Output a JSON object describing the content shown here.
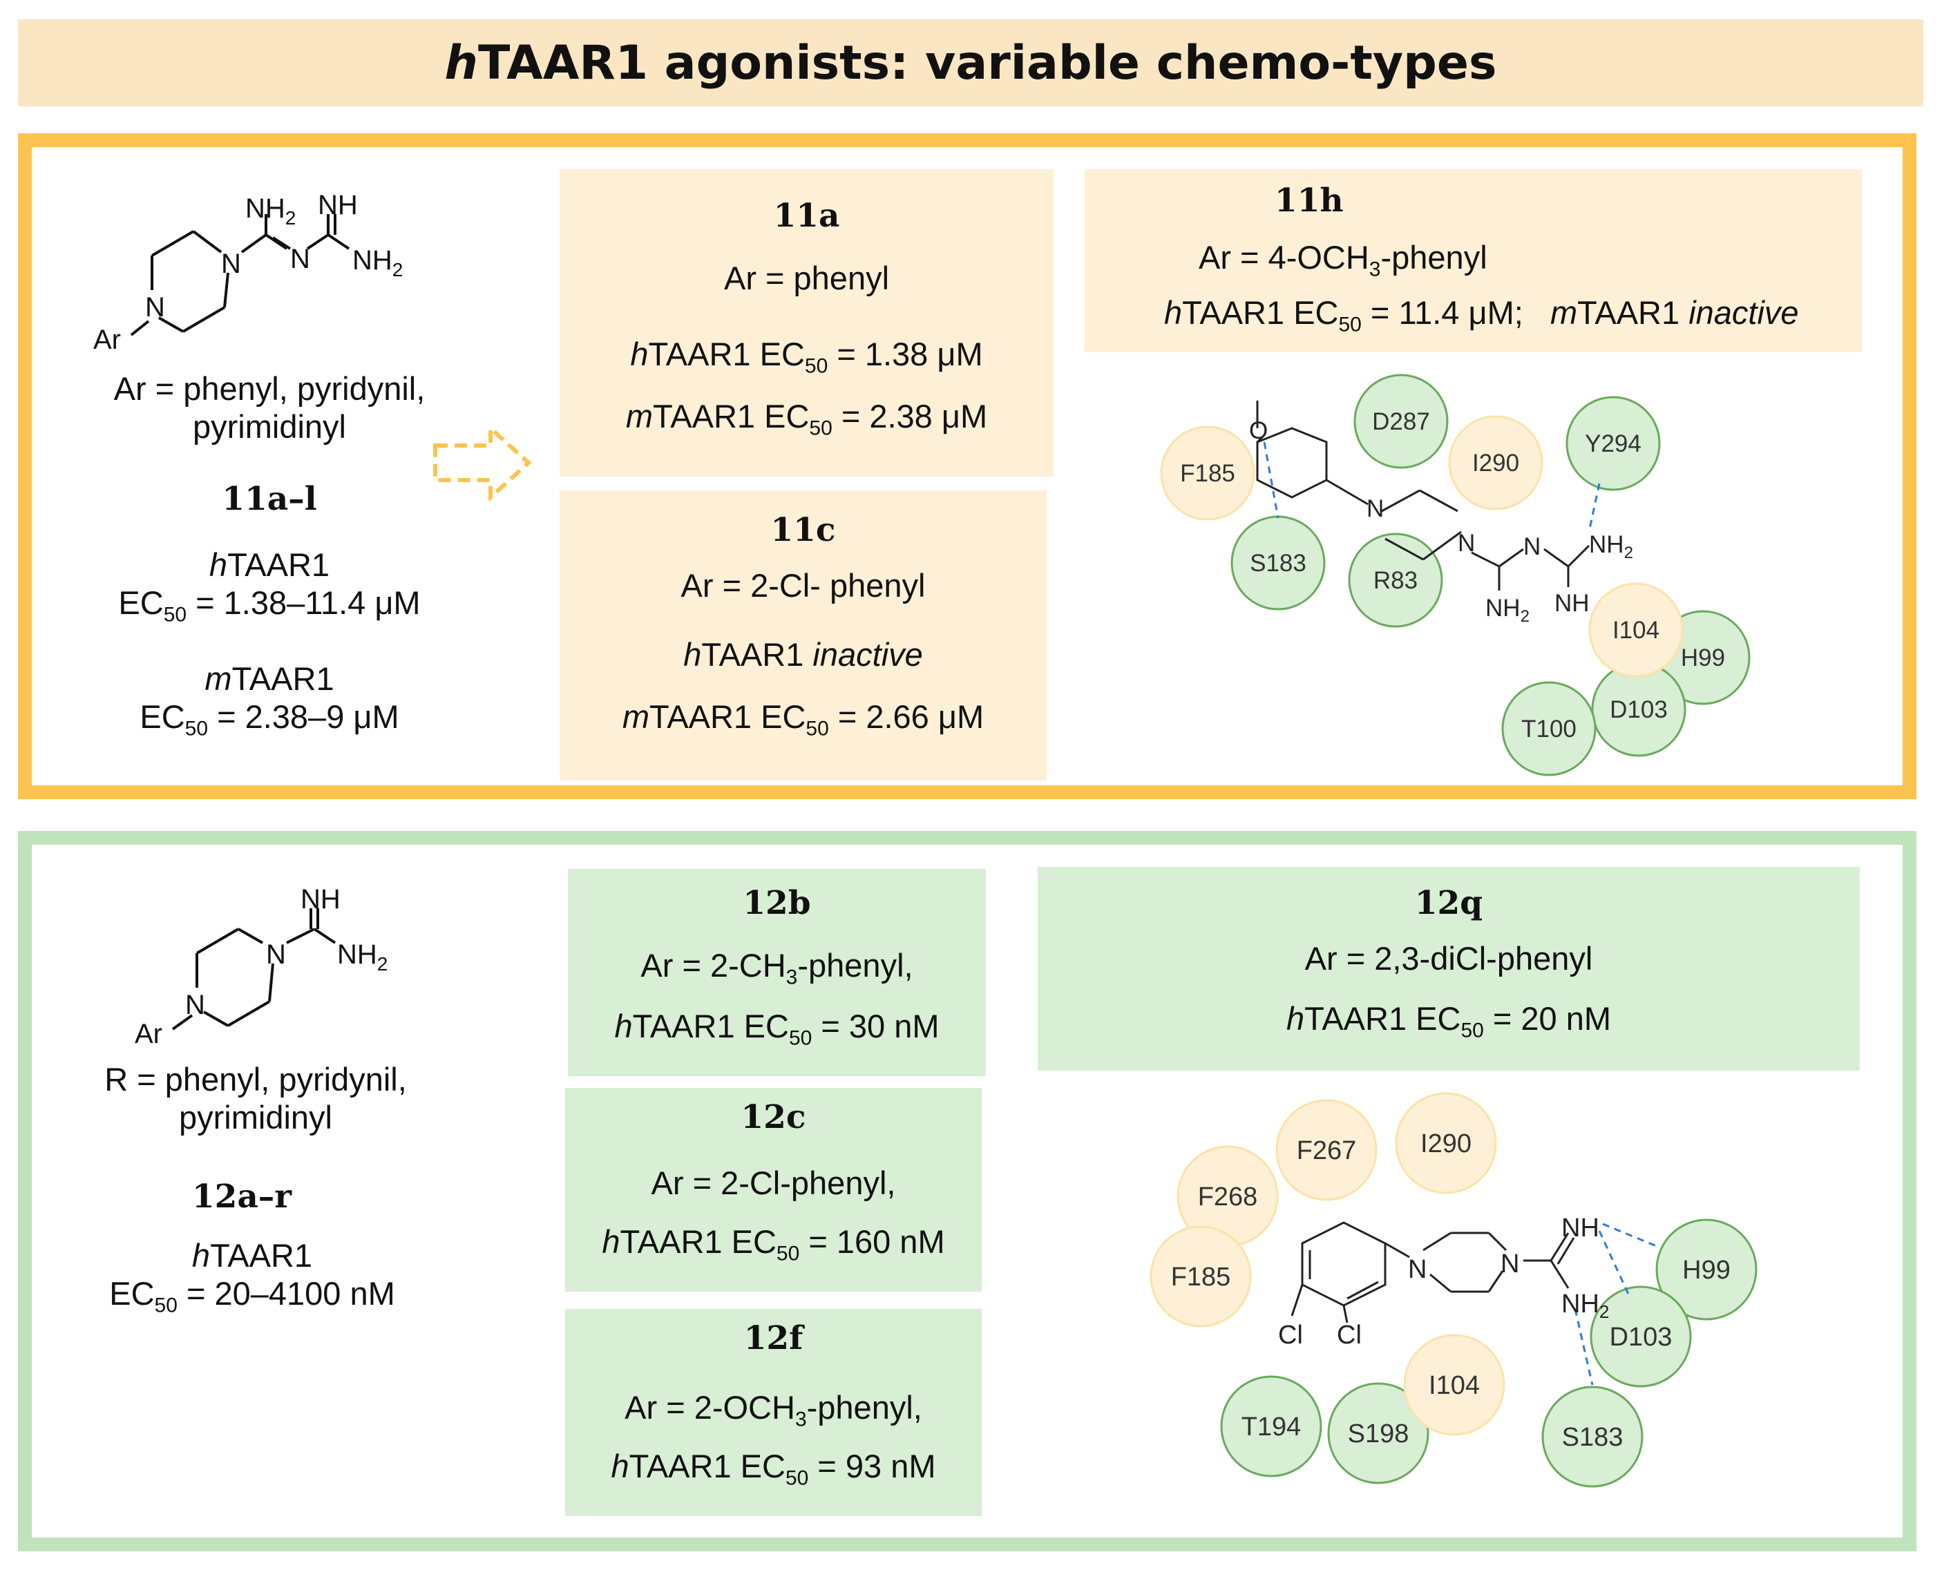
{
  "title": {
    "prefix": "h",
    "rest": "TAAR1 agonists: variable chemo-types"
  },
  "colors": {
    "orange": "#fcc34f",
    "orange_fill": "#fdf0d6",
    "green": "#bfe3bb",
    "green_fill": "#d8eed5",
    "title_fill": "#fbe6c3"
  },
  "series_11": {
    "substituent_text": "Ar = phenyl, pyridynil,",
    "substituent_text_2": "pyrimidinyl",
    "series_label": "11a–l",
    "h_label": "TAAR1",
    "h_ec50": "= 1.38–11.4 μM",
    "m_label": "TAAR1",
    "m_ec50": "= 2.38–9 μM",
    "cards": [
      {
        "id": "11a",
        "ar": "Ar = phenyl",
        "line1_taar": "TAAR1 EC",
        "line1_val": " = 1.38 μM",
        "line2_taar": "TAAR1 EC",
        "line2_val": " = 2.38 μM"
      },
      {
        "id": "11c",
        "ar": "Ar = 2-Cl- phenyl",
        "line1_taar": "TAAR1 ",
        "line1_val": "inactive",
        "line2_taar": "TAAR1 EC",
        "line2_val": " = 2.66 μM"
      }
    ],
    "featured": {
      "id": "11h",
      "ar_pre": "Ar = 4-OCH",
      "ar_post": "-phenyl",
      "h_text": "TAAR1  EC",
      "h_val": " = 11.4 μM;",
      "m_text": "TAAR1  ",
      "m_val": "inactive"
    },
    "residues": [
      "F185",
      "D287",
      "I290",
      "Y294",
      "S183",
      "R83",
      "I104",
      "H99",
      "D103",
      "T100"
    ]
  },
  "series_12": {
    "substituent_text": "R = phenyl, pyridynil,",
    "substituent_text_2": "pyrimidinyl",
    "series_label": "12a–r",
    "h_label": "TAAR1",
    "h_ec50": "= 20–4100 nM",
    "cards": [
      {
        "id": "12b",
        "ar_pre": "Ar = 2-CH",
        "ar_sub": "3",
        "ar_post": "-phenyl,",
        "taar": "TAAR1 EC",
        "val": " = 30 nM"
      },
      {
        "id": "12c",
        "ar_pre": "Ar = 2-Cl-phenyl,",
        "ar_sub": "",
        "ar_post": "",
        "taar": "TAAR1 EC",
        "val": " = 160 nM"
      },
      {
        "id": "12f",
        "ar_pre": "Ar = 2-OCH",
        "ar_sub": "3",
        "ar_post": "-phenyl,",
        "taar": "TAAR1 EC",
        "val": " = 93 nM"
      }
    ],
    "featured": {
      "id": "12q",
      "ar": "Ar = 2,3-diCl-phenyl",
      "h_text": "TAAR1 EC",
      "h_val": " = 20 nM"
    },
    "residues": [
      "F267",
      "I290",
      "F268",
      "F185",
      "H99",
      "D103",
      "I104",
      "T194",
      "S198",
      "S183"
    ]
  },
  "chem": {
    "nh2": "NH",
    "nh": "NH",
    "n": "N",
    "ar": "Ar",
    "cl": "Cl",
    "sub2": "2",
    "sub50": "50",
    "sub3": "3",
    "h": "h",
    "m": "m",
    "ec": "EC"
  }
}
